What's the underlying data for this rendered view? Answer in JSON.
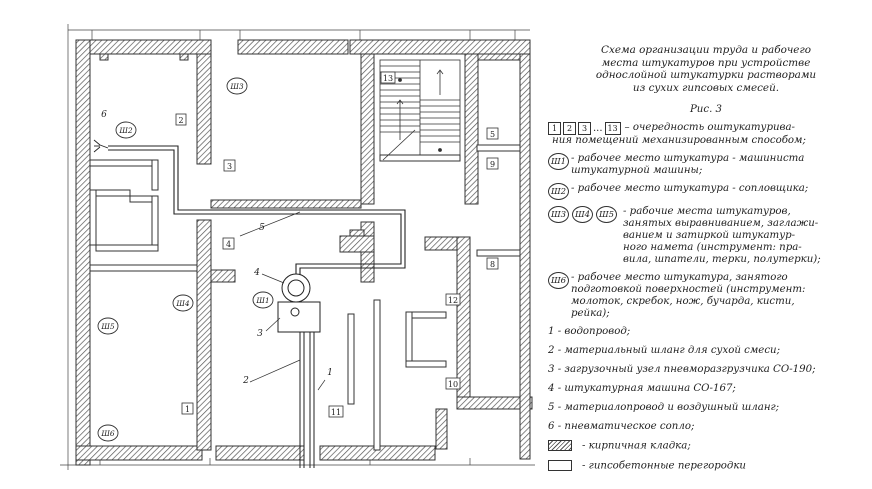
{
  "legend": {
    "title": [
      "Схема организации труда и рабочего",
      "места штукатуров при устройстве",
      "однослойной штукатурки растворами",
      "из сухих гипсовых смесей."
    ],
    "figure": "Рис. 3",
    "queue": {
      "boxes": [
        "1",
        "2",
        "3"
      ],
      "dots": "...",
      "last_box": "13",
      "lines": [
        "– очередность оштукатурива-",
        "ния помещений механизированным способом;"
      ]
    },
    "w1": {
      "label": "Ш1",
      "lines": [
        "- рабочее место штукатура - машиниста",
        "штукатурной машины;"
      ]
    },
    "w2": {
      "label": "Ш2",
      "lines": [
        "- рабочее место штукатура - сопловщика;"
      ]
    },
    "w345": {
      "labels": [
        "Ш3",
        "Ш4",
        "Ш5"
      ],
      "lines": [
        "- рабочие места штукатуров,",
        "занятых выравниванием, заглажи-",
        "ванием и затиркой штукатур-",
        "ного намета (инструмент: пра-",
        "вила, шпатели, терки, полутерки);"
      ]
    },
    "w6": {
      "label": "Ш6",
      "lines": [
        "- рабочее место штукатура, занятого",
        "подготовкой поверхностей (инструмент:",
        "молоток, скребок, нож, бучарда, кисти,",
        "рейка);"
      ]
    },
    "items": [
      "1 - водопровод;",
      "2 - материальный шланг для сухой смеси;",
      "3 - загрузочный узел пневморазгрузчика СО-190;",
      "4 - штукатурная машина СО-167;",
      "5 - материалопровод и воздушный шланг;",
      "6 - пневматическое сопло;"
    ],
    "brick": "- кирпичная кладка;",
    "gypsum": "- гипсобетонные перегородки"
  },
  "plan": {
    "room_numbers": [
      "2",
      "3",
      "4",
      "5",
      "9",
      "8",
      "13",
      "12",
      "10",
      "11",
      "1"
    ],
    "workers": [
      "Ш2",
      "Ш3",
      "Ш4",
      "Ш1",
      "Ш5",
      "Ш6"
    ],
    "equipment_labels": [
      "6",
      "5",
      "4",
      "3",
      "2",
      "1"
    ]
  }
}
